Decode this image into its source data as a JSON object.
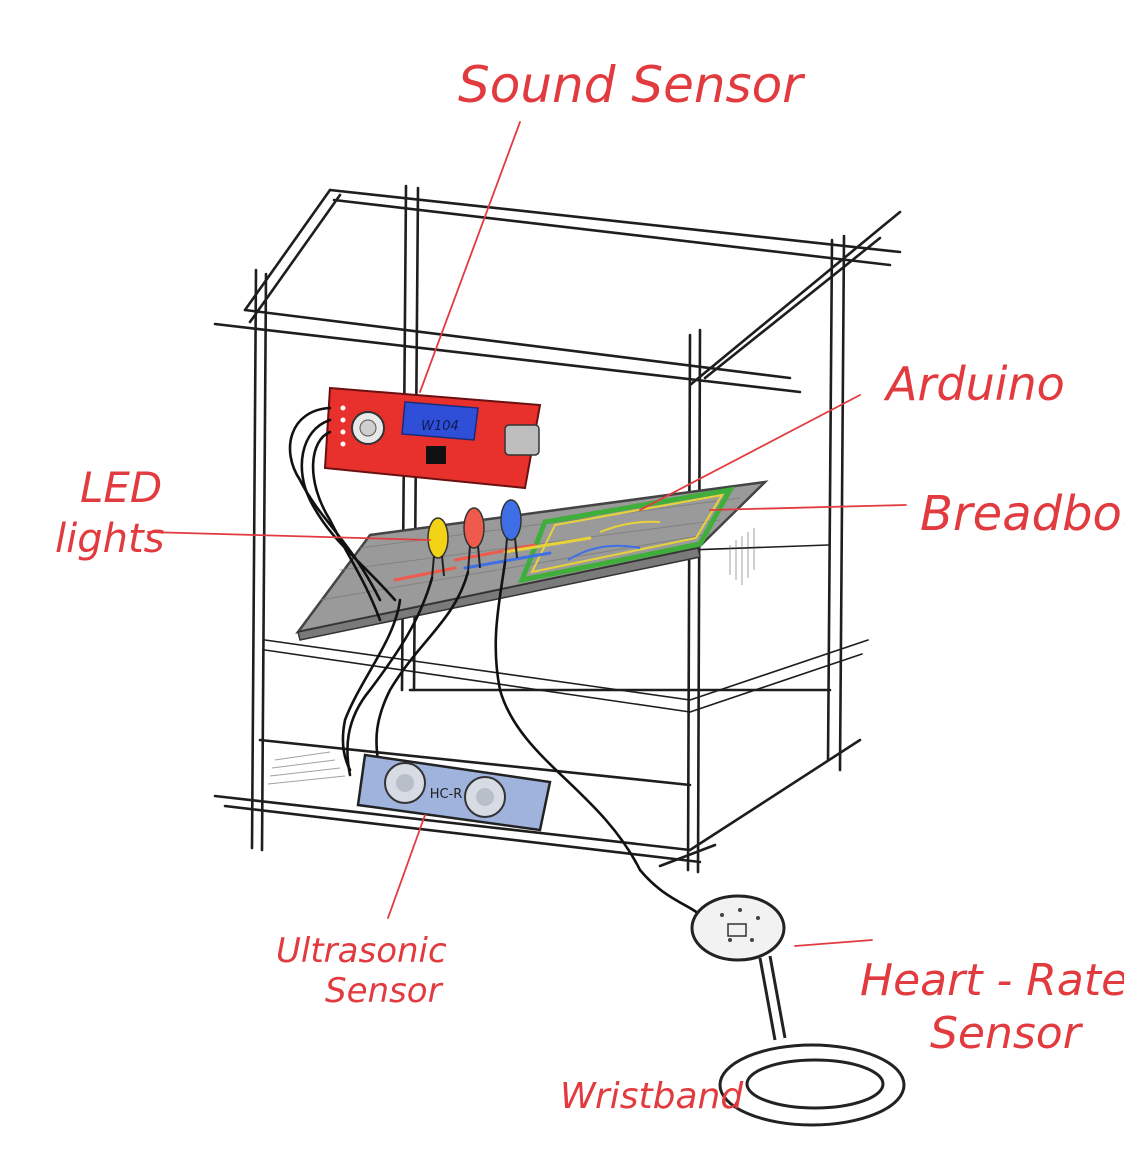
{
  "labels": {
    "sound_sensor": "Sound Sensor",
    "arduino": "Arduino",
    "led_line1": "LED",
    "led_line2": "lights",
    "breadboard": "Breadboard",
    "ultrasonic_line1": "Ultrasonic",
    "ultrasonic_line2": "Sensor",
    "heart_rate_line1": "Heart - Rate",
    "heart_rate_line2": "Sensor",
    "wristband": "Wristband"
  },
  "component_text": {
    "sound_module_chip": "W104",
    "ultrasonic_module": "HC-R"
  },
  "colors": {
    "label_red": "#e23b3f",
    "frame_black": "#1e1e1e",
    "sound_module_red": "#e8302c",
    "sound_module_blue": "#2f4fd8",
    "breadboard_gray": "#9a9a9a",
    "arduino_green": "#3fae3a",
    "ultrasonic_blue": "#9fb3dd",
    "led_yellow": "#f2d316",
    "led_red": "#ef5a4c",
    "led_blue": "#3f6fe6"
  }
}
